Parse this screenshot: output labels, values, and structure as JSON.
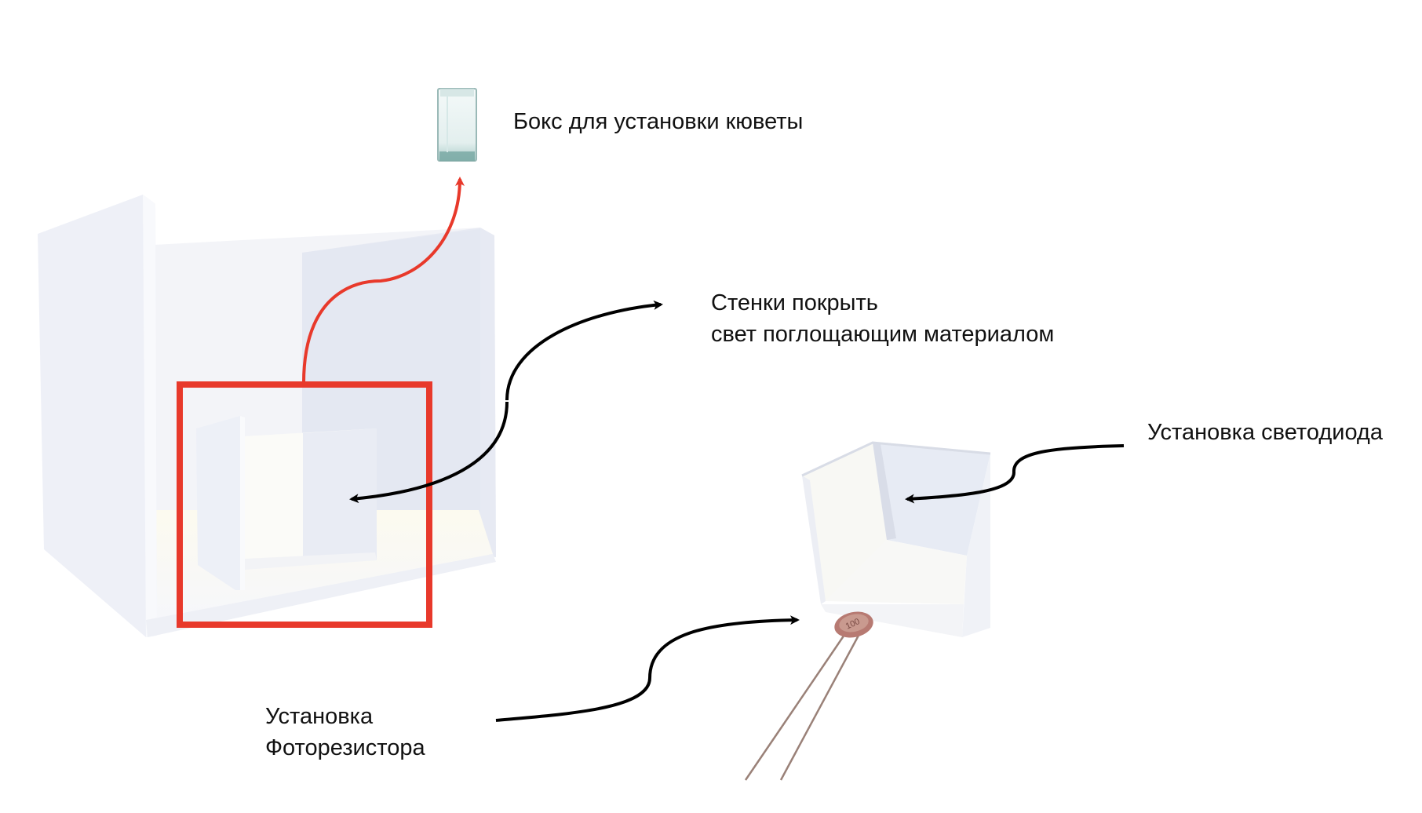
{
  "labels": {
    "cuvette_box": "Бокс для установки кюветы",
    "walls_line1": "Стенки покрыть",
    "walls_line2": "свет поглощающим материалом",
    "led_mount": "Установка светодиода",
    "photoresistor_line1": "Установка",
    "photoresistor_line2": "Фоторезистора",
    "photoresistor_marking": "100"
  },
  "colors": {
    "highlight_frame": "#e8392b",
    "red_arrow": "#e8392b",
    "black_arrow": "#000000",
    "panel_light": "#f1f3f9",
    "panel_mid": "#e6e9f2",
    "panel_shadow": "#dfe3ee",
    "floor": "#fbfaf4",
    "cuvette_glass": "#e9f3f3",
    "cuvette_edge": "#6f9f9c",
    "photoresistor": "#b77a72",
    "leads": "#9a8178"
  },
  "icons": [
    "housing-box-illustration",
    "cuvette-icon",
    "led-mount-illustration",
    "photoresistor-icon",
    "arrow-icon"
  ]
}
